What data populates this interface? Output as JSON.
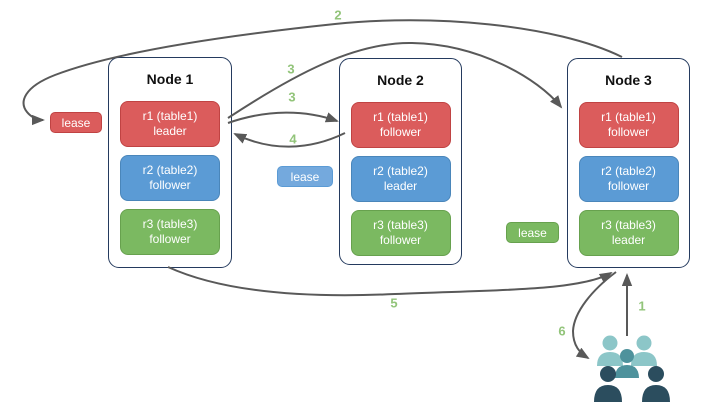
{
  "diagram": {
    "nodes": [
      {
        "title": "Node 1",
        "replicas": [
          {
            "name": "r1 (table1)",
            "role": "leader",
            "color": "red"
          },
          {
            "name": "r2 (table2)",
            "role": "follower",
            "color": "blue"
          },
          {
            "name": "r3 (table3)",
            "role": "follower",
            "color": "green"
          }
        ]
      },
      {
        "title": "Node 2",
        "replicas": [
          {
            "name": "r1 (table1)",
            "role": "follower",
            "color": "red"
          },
          {
            "name": "r2 (table2)",
            "role": "leader",
            "color": "blue"
          },
          {
            "name": "r3 (table3)",
            "role": "follower",
            "color": "green"
          }
        ]
      },
      {
        "title": "Node 3",
        "replicas": [
          {
            "name": "r1 (table1)",
            "role": "follower",
            "color": "red"
          },
          {
            "name": "r2 (table2)",
            "role": "follower",
            "color": "blue"
          },
          {
            "name": "r3 (table3)",
            "role": "leader",
            "color": "green"
          }
        ]
      }
    ],
    "leases": [
      {
        "label": "lease",
        "color": "red"
      },
      {
        "label": "lease",
        "color": "blue"
      },
      {
        "label": "lease",
        "color": "green"
      }
    ],
    "arrow_labels": {
      "step1": "1",
      "step2": "2",
      "step3a": "3",
      "step3b": "3",
      "step4": "4",
      "step5": "5",
      "step6": "6"
    },
    "palette": {
      "replica_red": "#DB5C5C",
      "replica_blue": "#5B9BD5",
      "replica_green": "#7BB961",
      "lease_blue": "#74A9DD",
      "arrow_gray": "#595959",
      "step_label_green": "#92C47A",
      "node_border_navy": "#243A5E",
      "people_light_teal": "#8CC6C8",
      "people_mid_teal": "#4E929C",
      "people_dark_teal": "#2B4D5E"
    },
    "icons": {
      "users_group": "people-crowd-icon"
    }
  }
}
